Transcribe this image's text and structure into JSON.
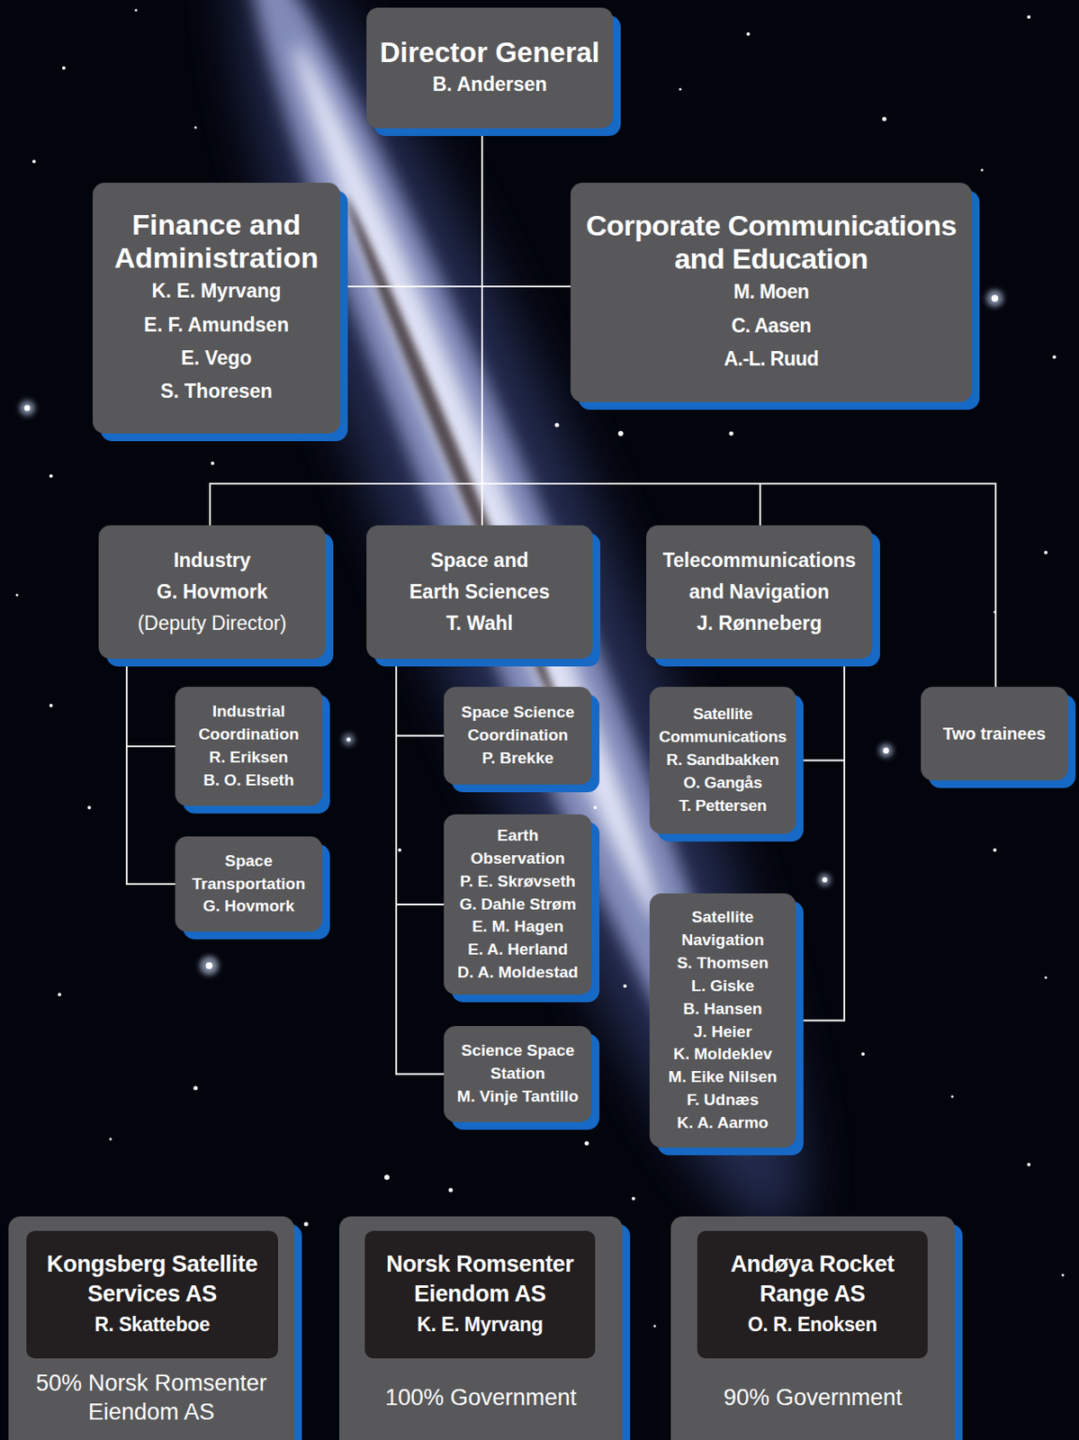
{
  "diagram": {
    "nodes": [
      {
        "text": [
          "Director General",
          "B. Andersen"
        ]
      },
      {
        "text": [
          "Finance and Administration",
          "K. E. Myrvang",
          "E. F. Amundsen",
          "E. Vego",
          "S. Thoresen"
        ]
      },
      {
        "text": [
          "Corporate Communications and Education",
          "M. Moen",
          "C. Aasen",
          "A.-L. Ruud"
        ]
      },
      {
        "text": [
          "Industry",
          "G. Hovmork",
          "(Deputy Director)"
        ]
      },
      {
        "text": [
          "Space and Earth Sciences",
          "T. Wahl"
        ]
      },
      {
        "text": [
          "Telecommunications and Navigation",
          "J. Rønneberg"
        ]
      },
      {
        "text": [
          "Two trainees"
        ]
      },
      {
        "text": [
          "Industrial Coordination",
          "R. Eriksen",
          "B. O. Elseth"
        ]
      },
      {
        "text": [
          "Space Transportation",
          "G. Hovmork"
        ]
      },
      {
        "text": [
          "Space Science Coordination",
          "P. Brekke"
        ]
      },
      {
        "text": [
          "Earth Observation",
          "P. E. Skrøvseth",
          "G. Dahle Strøm",
          "E. M. Hagen",
          "E. A. Herland",
          "D. A. Moldestad"
        ]
      },
      {
        "text": [
          "Science Space Station",
          "M. Vinje Tantillo"
        ]
      },
      {
        "text": [
          "Satellite Communications",
          "R. Sandbakken",
          "O. Gangås",
          "T. Pettersen"
        ]
      },
      {
        "text": [
          "Satellite Navigation",
          "S. Thomsen",
          "L. Giske",
          "B. Hansen",
          "J. Heier",
          "K. Moldeklev",
          "M. Eike Nilsen",
          "F. Udnæs",
          "K. A. Aarmo"
        ]
      },
      {
        "text": [
          "50% Norsk Romsenter Eiendom AS"
        ]
      },
      {
        "text": [
          "Kongsberg Satellite Services AS",
          "R. Skatteboe"
        ],
        "in": 14
      },
      {
        "text": [
          "100% Government"
        ]
      },
      {
        "text": [
          "Norsk Romsenter Eiendom AS",
          "K. E. Myrvang"
        ],
        "in": 16
      },
      {
        "text": [
          "90% Government"
        ]
      },
      {
        "text": [
          "Andøya Rocket Range AS",
          "O. R. Enoksen"
        ],
        "in": 18
      }
    ],
    "edges": [
      {
        "from": 0,
        "to": 1,
        "arrow": "none"
      },
      {
        "from": 0,
        "to": 2,
        "arrow": "none"
      },
      {
        "from": 0,
        "to": 3,
        "arrow": "none"
      },
      {
        "from": 0,
        "to": 4,
        "arrow": "none"
      },
      {
        "from": 0,
        "to": 5,
        "arrow": "none"
      },
      {
        "from": 0,
        "to": 6,
        "arrow": "none"
      },
      {
        "from": 3,
        "to": 7,
        "arrow": "none"
      },
      {
        "from": 3,
        "to": 8,
        "arrow": "none"
      },
      {
        "from": 4,
        "to": 9,
        "arrow": "none"
      },
      {
        "from": 4,
        "to": 10,
        "arrow": "none"
      },
      {
        "from": 4,
        "to": 11,
        "arrow": "none"
      },
      {
        "from": 5,
        "to": 12,
        "arrow": "none"
      },
      {
        "from": 5,
        "to": 13,
        "arrow": "none"
      }
    ]
  }
}
